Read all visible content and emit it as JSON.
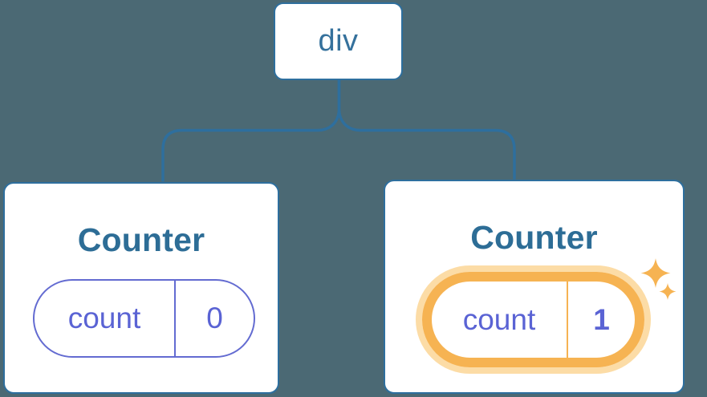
{
  "diagram": {
    "root": {
      "label": "div"
    },
    "children": [
      {
        "title": "Counter",
        "state_key": "count",
        "state_value": "0",
        "highlighted": false
      },
      {
        "title": "Counter",
        "state_key": "count",
        "state_value": "1",
        "highlighted": true
      }
    ]
  },
  "icons": {
    "highlight_sparkles": [
      "sparkle-icon-large",
      "sparkle-icon-small"
    ]
  },
  "colors": {
    "background": "#4b6974",
    "node_border_blue": "#2e6f9e",
    "node_label_blue": "#35719c",
    "title_blue": "#2d6d96",
    "state_purple": "#5a63d4",
    "pill_border_purple": "#636bd1",
    "highlight_orange": "#f6b352",
    "highlight_halo": "#fcdca6",
    "node_fill": "#ffffff"
  }
}
